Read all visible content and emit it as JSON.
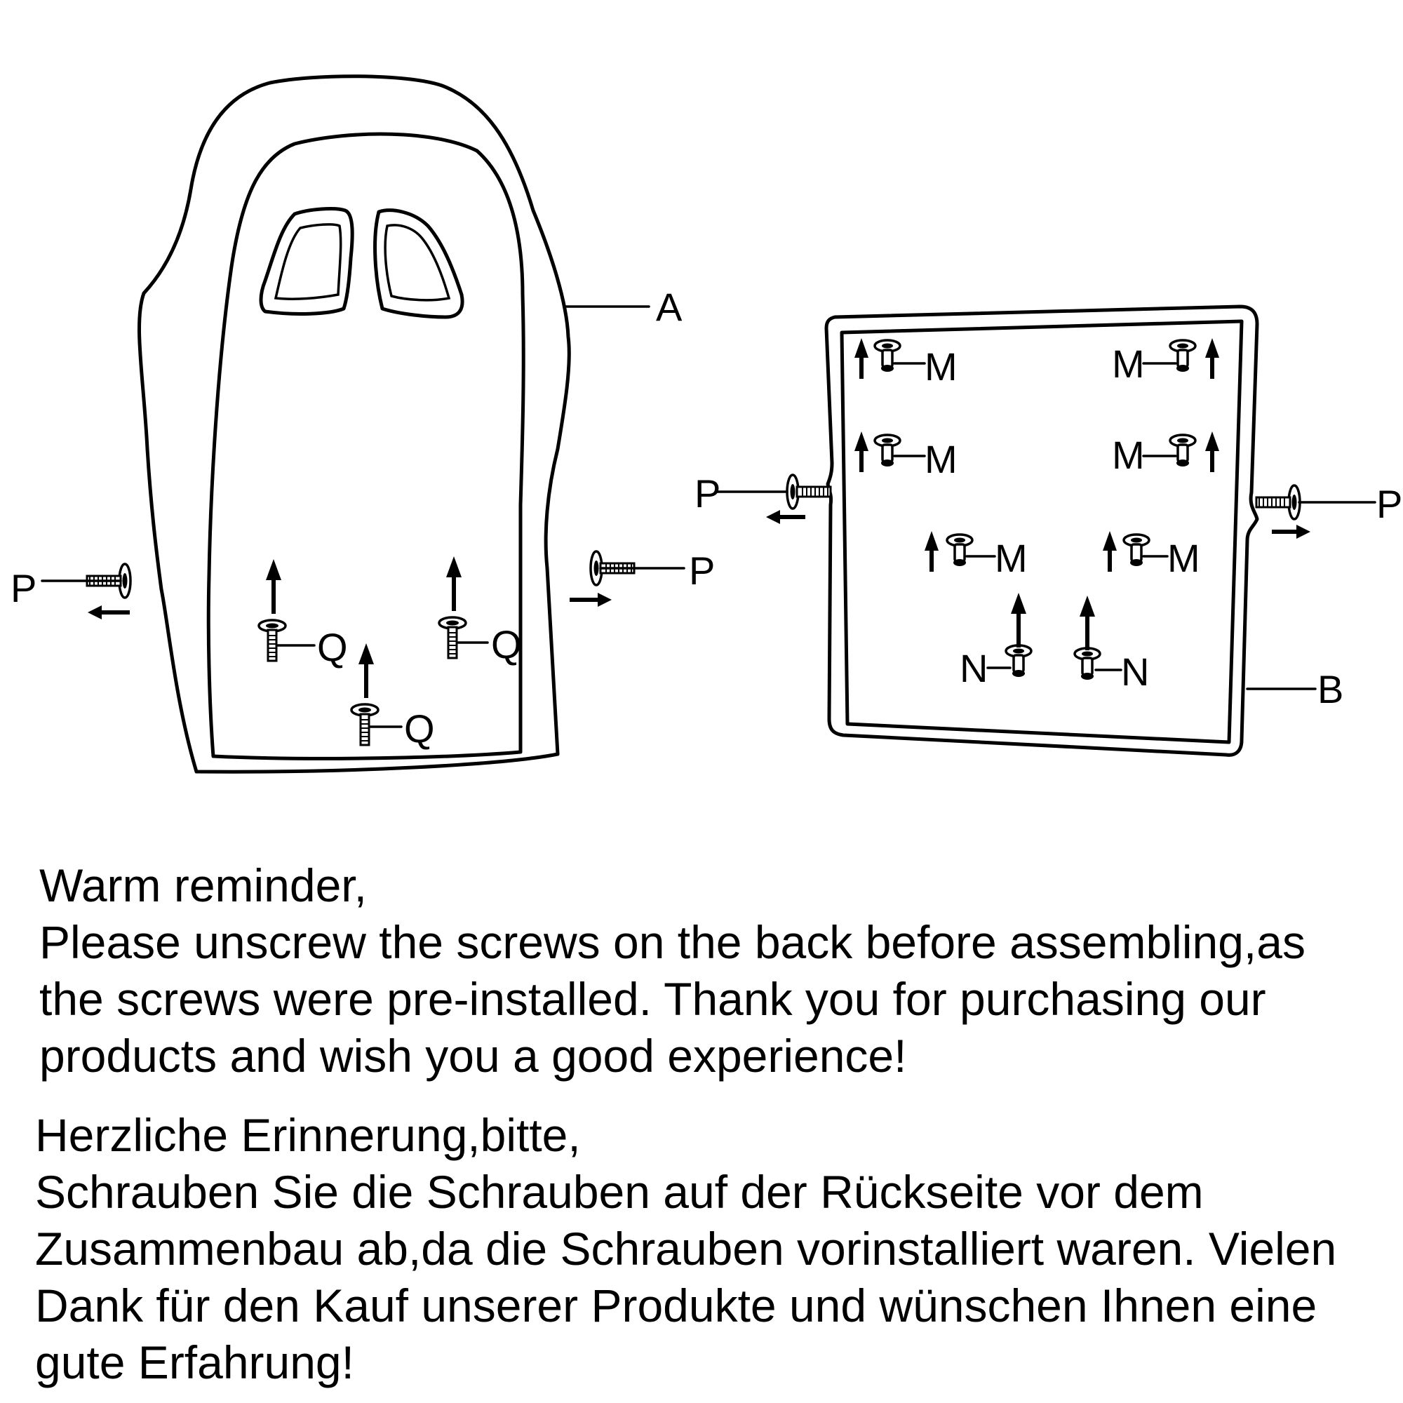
{
  "diagram": {
    "seat_back": {
      "part_label": "A",
      "side_screw_label": "P",
      "back_screw_label": "Q"
    },
    "seat_base": {
      "part_label": "B",
      "side_screw_label": "P",
      "top_screw_label": "M",
      "bottom_screw_label": "N"
    }
  },
  "notice_en": {
    "heading": "Warm reminder,",
    "lines": [
      "Please unscrew the screws on the back before assembling,as",
      "the screws were pre-installed. Thank you for purchasing our",
      "products and wish you a good experience!"
    ]
  },
  "notice_de": {
    "heading": "Herzliche Erinnerung,bitte,",
    "lines": [
      "Schrauben Sie die Schrauben auf der Rückseite vor dem",
      "Zusammenbau ab,da die Schrauben vorinstalliert waren. Vielen",
      "Dank für den Kauf unserer Produkte und wünschen Ihnen eine",
      "gute Erfahrung!"
    ]
  }
}
